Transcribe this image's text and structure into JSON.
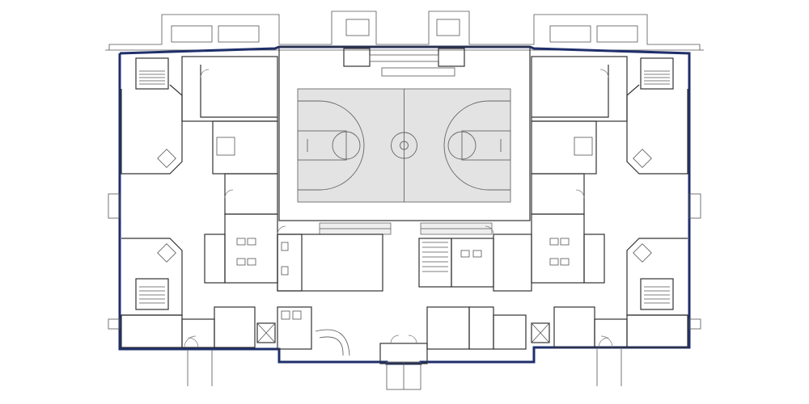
{
  "plan": {
    "colors": {
      "exterior_wall": "#1f2f6b",
      "court_fill": "#e3e3e3",
      "interior_wall": "#333333",
      "background": "#ffffff"
    },
    "elements": {
      "gymnasium": "basketball-court",
      "stairs_count": 4,
      "elevators_count": 2
    }
  }
}
